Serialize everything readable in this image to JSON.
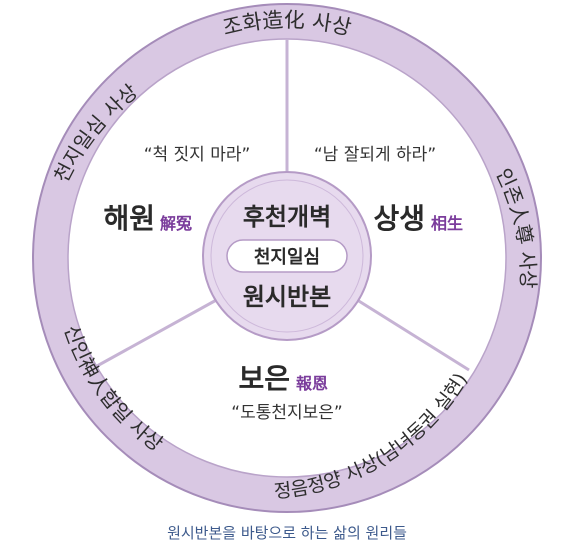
{
  "ring": {
    "top": "조화造化 사상",
    "upper_left": "천지일심 사상",
    "right": "인존人尊 사상",
    "lower_left": "신인神人합일 사상",
    "lower_right": "정음정양 사상(남녀동권 실현)"
  },
  "sectors": {
    "left": {
      "quote": "“척 짓지 마라”",
      "title": "해원",
      "hanja": "解冤"
    },
    "right": {
      "quote": "“남 잘되게 하라”",
      "title": "상생",
      "hanja": "相生"
    },
    "bottom": {
      "title": "보은",
      "hanja": "報恩",
      "quote": "“도통천지보은”"
    }
  },
  "center": {
    "top": "후천개벽",
    "pill": "천지일심",
    "bottom": "원시반본"
  },
  "caption": "원시반본을 바탕으로 하는 삶의 원리들",
  "colors": {
    "ring_fill": "#d9c8e3",
    "border": "#a58cb9",
    "accent_purple": "#7b3d9c",
    "caption_blue": "#3d5a8c",
    "center_fill": "#e7daee"
  }
}
